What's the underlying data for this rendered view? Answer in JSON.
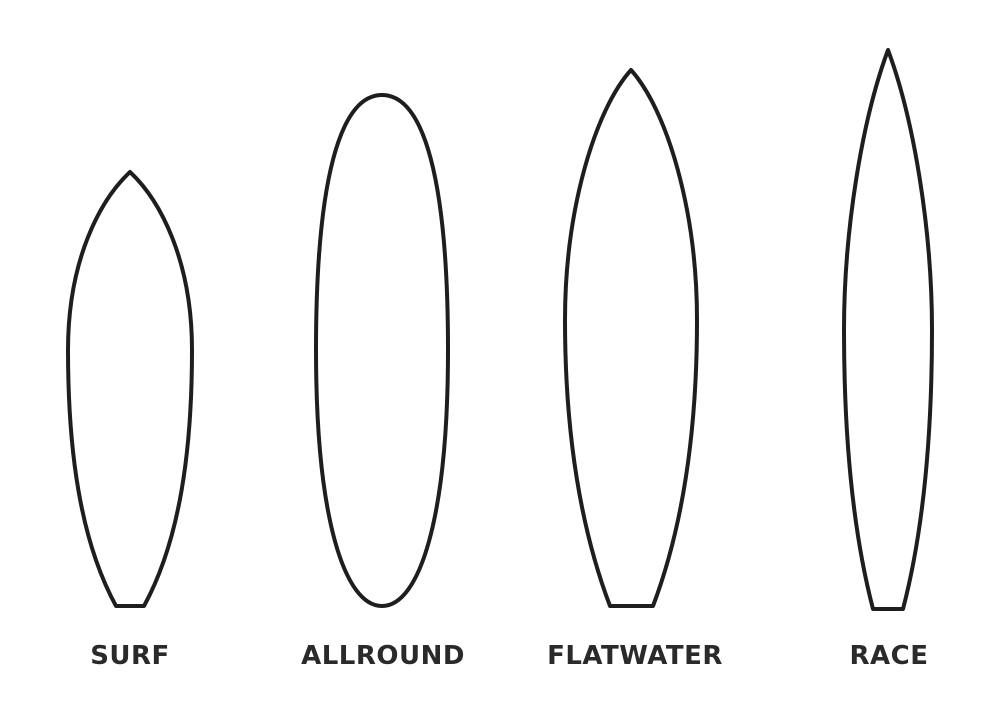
{
  "diagram": {
    "boards": [
      {
        "id": "surf",
        "label": "SURF"
      },
      {
        "id": "allround",
        "label": "ALLROUND"
      },
      {
        "id": "flatwater",
        "label": "FLATWATER"
      },
      {
        "id": "race",
        "label": "RACE"
      }
    ]
  },
  "colors": {
    "outline": "#1e1e1e",
    "label": "#2a2a2a",
    "background": "#ffffff"
  }
}
